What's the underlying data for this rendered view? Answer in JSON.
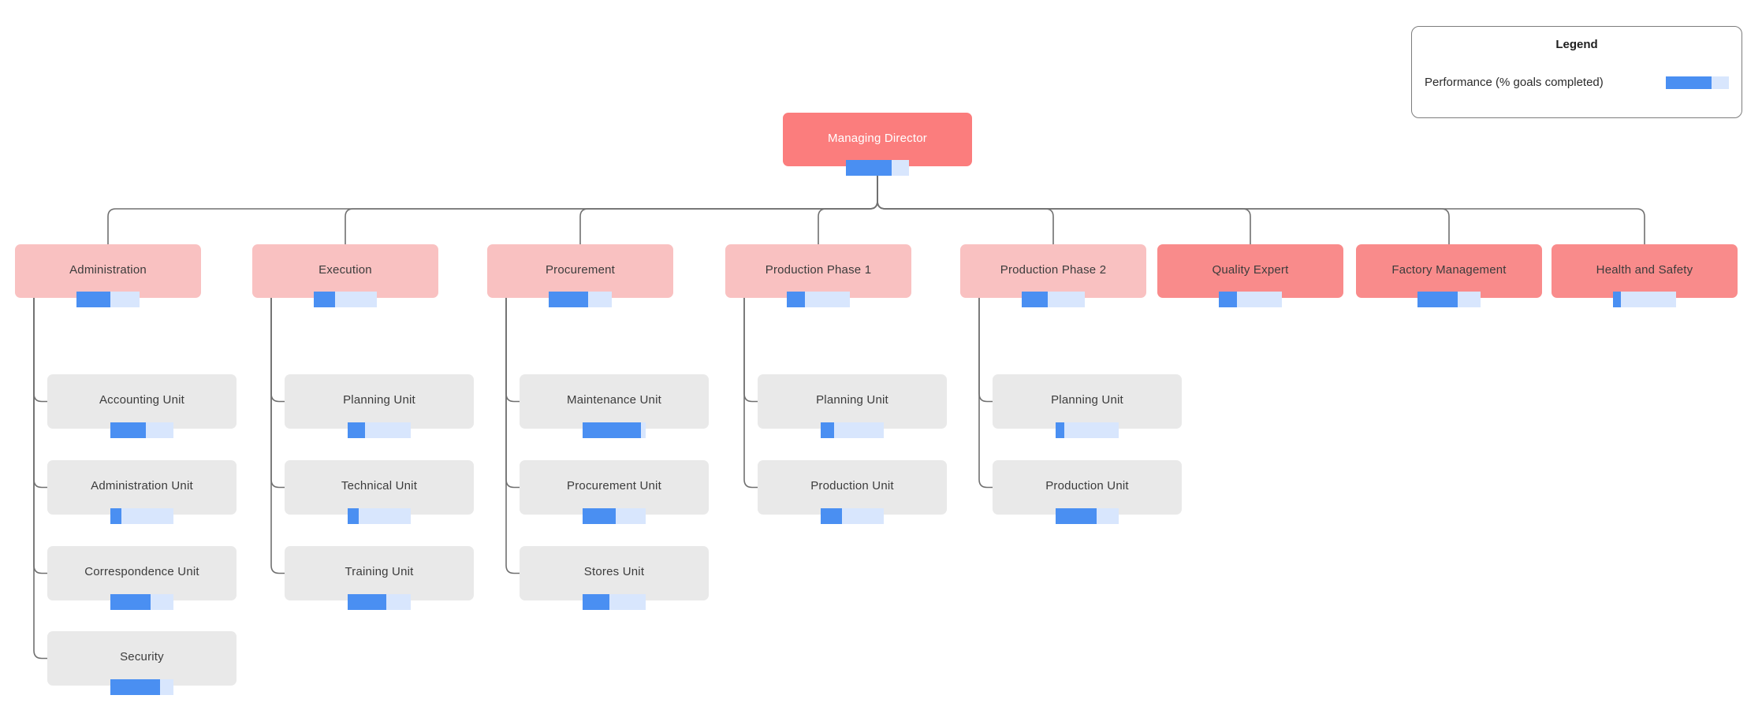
{
  "legend": {
    "title": "Legend",
    "label": "Performance (% goals completed)",
    "value_pct": 72
  },
  "colors": {
    "root_fill": "#fb7d7d",
    "dept_light_fill": "#f9c1c1",
    "dept_dark_fill": "#f98b8b",
    "unit_fill": "#e9e9e9",
    "bar_fill": "#4a8ff2",
    "bar_bg": "#d8e6fd",
    "root_text": "#ffffff",
    "node_text": "#3c3c3c",
    "connector": "#707070"
  },
  "root": {
    "label": "Managing Director",
    "pct": 73
  },
  "departments": [
    {
      "label": "Administration",
      "tone": "light",
      "pct": 54,
      "children": [
        {
          "label": "Accounting Unit",
          "pct": 56
        },
        {
          "label": "Administration Unit",
          "pct": 17
        },
        {
          "label": "Correspondence Unit",
          "pct": 64
        },
        {
          "label": "Security",
          "pct": 79
        }
      ]
    },
    {
      "label": "Execution",
      "tone": "light",
      "pct": 34,
      "children": [
        {
          "label": "Planning Unit",
          "pct": 28
        },
        {
          "label": "Technical Unit",
          "pct": 18
        },
        {
          "label": "Training Unit",
          "pct": 61
        }
      ]
    },
    {
      "label": "Procurement",
      "tone": "light",
      "pct": 63,
      "children": [
        {
          "label": "Maintenance Unit",
          "pct": 93
        },
        {
          "label": "Procurement Unit",
          "pct": 53
        },
        {
          "label": "Stores Unit",
          "pct": 42
        }
      ]
    },
    {
      "label": "Production Phase 1",
      "tone": "light",
      "pct": 29,
      "children": [
        {
          "label": "Planning Unit",
          "pct": 21
        },
        {
          "label": "Production Unit",
          "pct": 34
        }
      ]
    },
    {
      "label": "Production Phase 2",
      "tone": "light",
      "pct": 41,
      "children": [
        {
          "label": "Planning Unit",
          "pct": 14
        },
        {
          "label": "Production Unit",
          "pct": 65
        }
      ]
    },
    {
      "label": "Quality Expert",
      "tone": "dark",
      "pct": 29,
      "children": []
    },
    {
      "label": "Factory Management",
      "tone": "dark",
      "pct": 64,
      "children": []
    },
    {
      "label": "Health and Safety",
      "tone": "dark",
      "pct": 12,
      "children": []
    }
  ]
}
